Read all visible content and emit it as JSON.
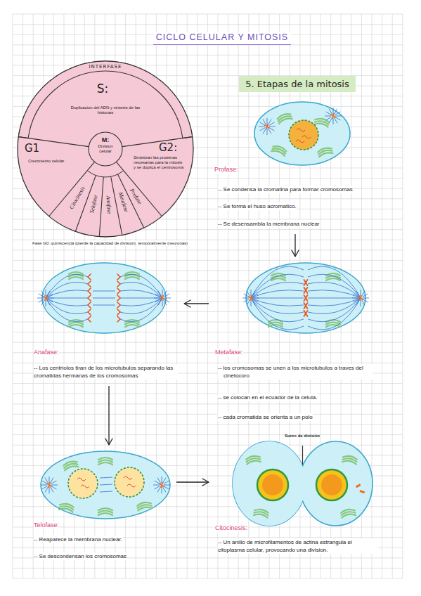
{
  "diagram": {
    "title": "CICLO CELULAR Y MITOSIS",
    "nodes": [
      {
        "text": [
          "INTERFASE"
        ]
      },
      {
        "text": [
          "S:",
          "Duplicacion del ADN y sintesis de las histonas"
        ],
        "in": 0
      },
      {
        "text": [
          "G1",
          "Crecimiento celular"
        ],
        "in": 0
      },
      {
        "text": [
          "G2:",
          "Sintetizan las proteinas necesarias para la mitosis y se duplica el centrosoma"
        ],
        "in": 0
      },
      {
        "text": [
          "M:",
          "Division celular"
        ],
        "in": 0
      },
      {
        "text": [
          "Citocinesis"
        ],
        "in": 4
      },
      {
        "text": [
          "Telofase"
        ],
        "in": 4
      },
      {
        "text": [
          "Anafase"
        ],
        "in": 4
      },
      {
        "text": [
          "Metafase"
        ],
        "in": 4
      },
      {
        "text": [
          "Profase"
        ],
        "in": 4
      },
      {
        "text": [
          "5. Etapas de la mitosis"
        ]
      },
      {
        "text": [
          "Profase:",
          "-- Se condensa la cromatina para formar cromosomas",
          "-- Se forma el huso acromatico.",
          "-- Se desensambla la membrana nuclear"
        ]
      },
      {
        "text": [
          "Metafase:",
          "-- los cromosomas se unen a los microtubulos a traves del cinetocoro",
          "-- se colocan en el ecuador de la celula.",
          "-- cada cromatida se orienta a un polo"
        ]
      },
      {
        "text": [
          "Anafase:",
          "-- Los centriolos tiran de los microtubulos separando las cromatidas hermanas de los cromosomas"
        ]
      },
      {
        "text": [
          "Telofase:",
          "-- Reaparece la membrana nuclear.",
          "-- Se descondensan los cromosomas"
        ]
      },
      {
        "text": [
          "Surco de división",
          "Citocinesis:",
          "-- Un anillo de microfilamentos de actina estrangula el citoplasma celular, provocando una division."
        ]
      }
    ],
    "edges": [
      {
        "from": 11,
        "to": 12,
        "arrow": "to"
      },
      {
        "from": 12,
        "to": 13,
        "arrow": "to"
      },
      {
        "from": 13,
        "to": 14,
        "arrow": "to"
      },
      {
        "from": 14,
        "to": 15,
        "arrow": "to"
      }
    ],
    "labels": [
      "Fase G0: quiniscencia (pierde la capacidad de division), temporalmente (neuronas)"
    ]
  }
}
